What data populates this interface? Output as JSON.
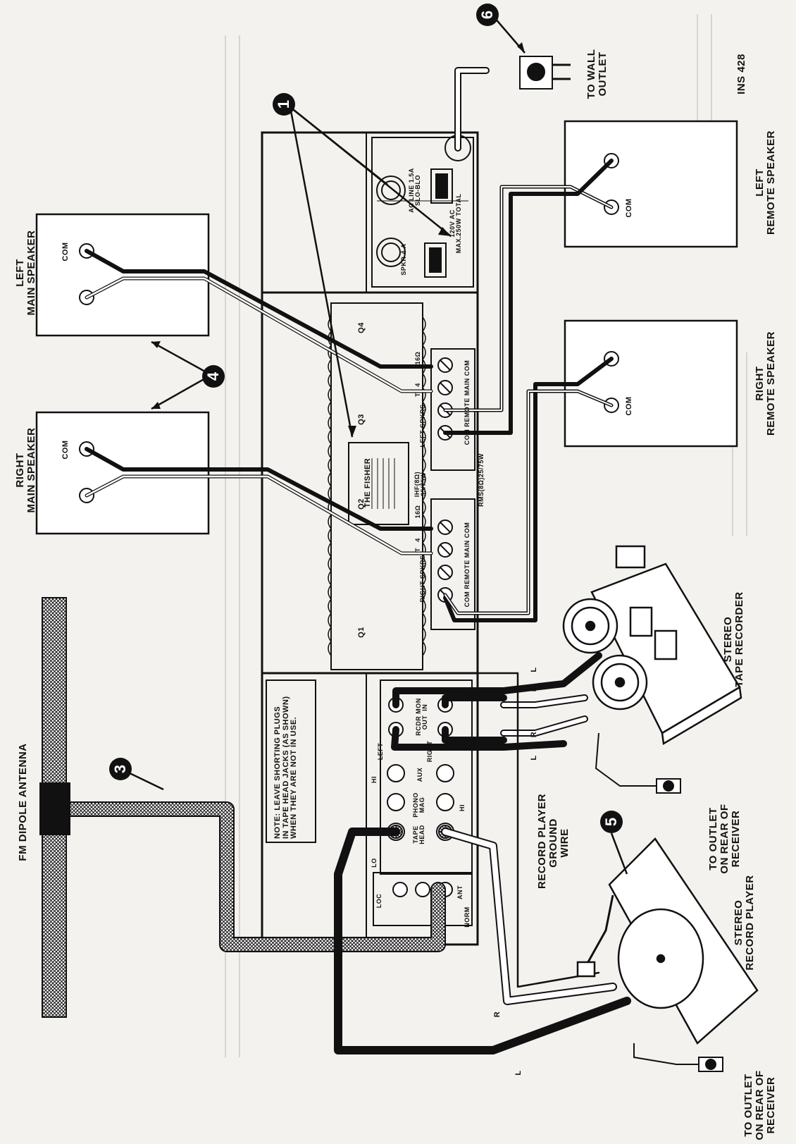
{
  "labels": {
    "to_wall_outlet": "TO WALL\nOUTLET",
    "ins": "INS 428",
    "left_remote_speaker": "LEFT\nREMOTE SPEAKER",
    "right_remote_speaker": "RIGHT\nREMOTE SPEAKER",
    "left_main_speaker": "LEFT\nMAIN SPEAKER",
    "right_main_speaker": "RIGHT\nMAIN SPEAKER",
    "fm_dipole_antenna": "FM DIPOLE ANTENNA",
    "stereo_tape_recorder": "STEREO\nTAPE RECORDER",
    "stereo_record_player": "STEREO\nRECORD PLAYER",
    "record_player_ground_wire": "RECORD PLAYER\nGROUND\nWIRE",
    "to_outlet_rear_1": "TO OUTLET\nON REAR OF\nRECEIVER",
    "to_outlet_rear_2": "TO OUTLET\nON REAR OF\nRECEIVER",
    "com": "COM",
    "note": "NOTE: LEAVE SHORTING PLUGS\nIN TAPE HEAD JACKS (AS SHOWN)\nWHEN THEY ARE NOT IN USE.",
    "q1": "Q1",
    "q2": "Q2",
    "q3": "Q3",
    "q4": "Q4",
    "the_fisher": "THE FISHER",
    "ihf": "IHF(8Ω)\n35/75W",
    "rms": "RMS(8Ω)25/75W",
    "right_spkrs": "RIGHT SPKRS",
    "left_spkrs": "LEFT SPKRS",
    "com_remote_main_com": "COM REMOTE MAIN COM",
    "ohm_16": "16Ω",
    "ohm_4": "4",
    "t": "T",
    "spkr_4a": "SPKR 4 A",
    "ac_line": "AC LINE 1.5A\nSLO-BLO",
    "max_250w": "120V AC\nMAX.250W TOTAL",
    "lo": "LO",
    "hi": "HI",
    "left": "LEFT",
    "right": "RIGHT",
    "aux": "AUX",
    "phono_mag": "PHONO\nMAG",
    "tape_head": "TAPE\nHEAD",
    "rcdr_mon": "RCDR MON\nOUT  IN",
    "ant": "ANT",
    "loc": "LOC",
    "norm": "NORM",
    "r": "R",
    "l": "L"
  },
  "callouts": [
    "1",
    "3",
    "4",
    "5",
    "6"
  ]
}
